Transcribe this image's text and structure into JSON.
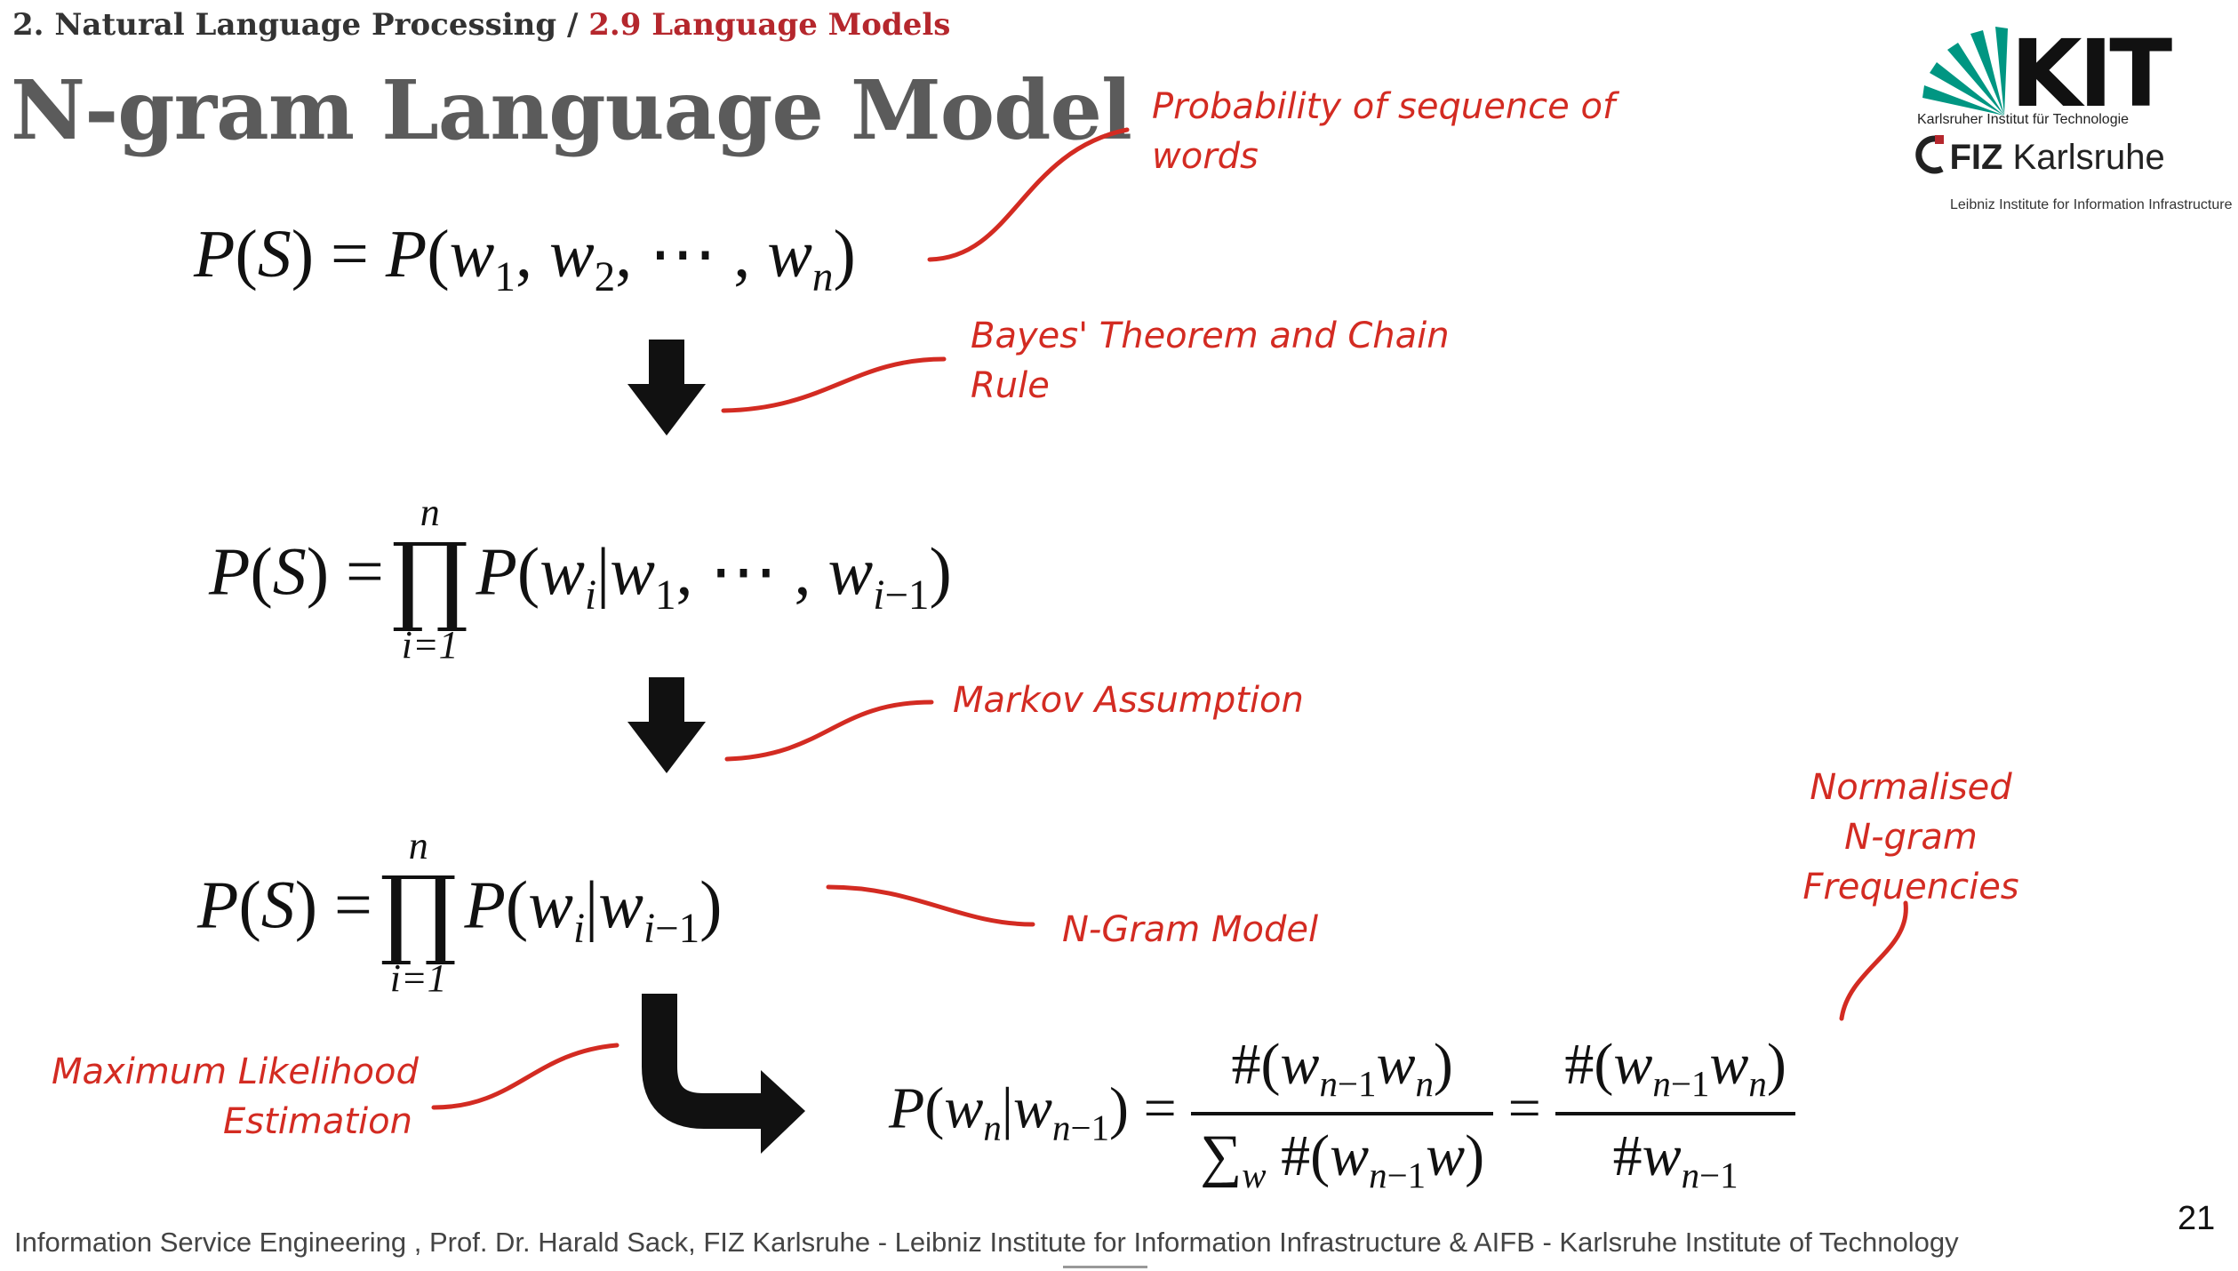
{
  "header": {
    "section": "2. Natural Language Processing",
    "separator": " / ",
    "subsection": "2.9 Language Models",
    "title": "N-gram Language Model"
  },
  "annotations": {
    "probability_of_sequence_line1": "Probability of sequence of",
    "probability_of_sequence_line2": "words",
    "bayes_line1": "Bayes' Theorem and Chain",
    "bayes_line2": "Rule",
    "markov": "Markov Assumption",
    "ngram_model": "N-Gram Model",
    "mle_line1": "Maximum Likelihood",
    "mle_line2": "Estimation",
    "normalised_line1": "Normalised",
    "normalised_line2": "N-gram",
    "normalised_line3": "Frequencies"
  },
  "logos": {
    "kit": "KIT",
    "kit_subtitle": "Karlsruher Institut für Technologie",
    "fiz_bold": "FIZ",
    "fiz_name": " Karlsruhe",
    "fiz_subtitle": "Leibniz Institute for Information Infrastructure"
  },
  "footer": {
    "text": "Information Service Engineering , Prof. Dr. Harald Sack, FIZ Karlsruhe - Leibniz Institute for Information Infrastructure & AIFB - Karlsruhe Institute of Technology",
    "page_number": "21"
  },
  "colors": {
    "accent": "#b5272d",
    "annotation": "#d32b22",
    "title": "#5b5b5b",
    "kit_green": "#009682"
  }
}
